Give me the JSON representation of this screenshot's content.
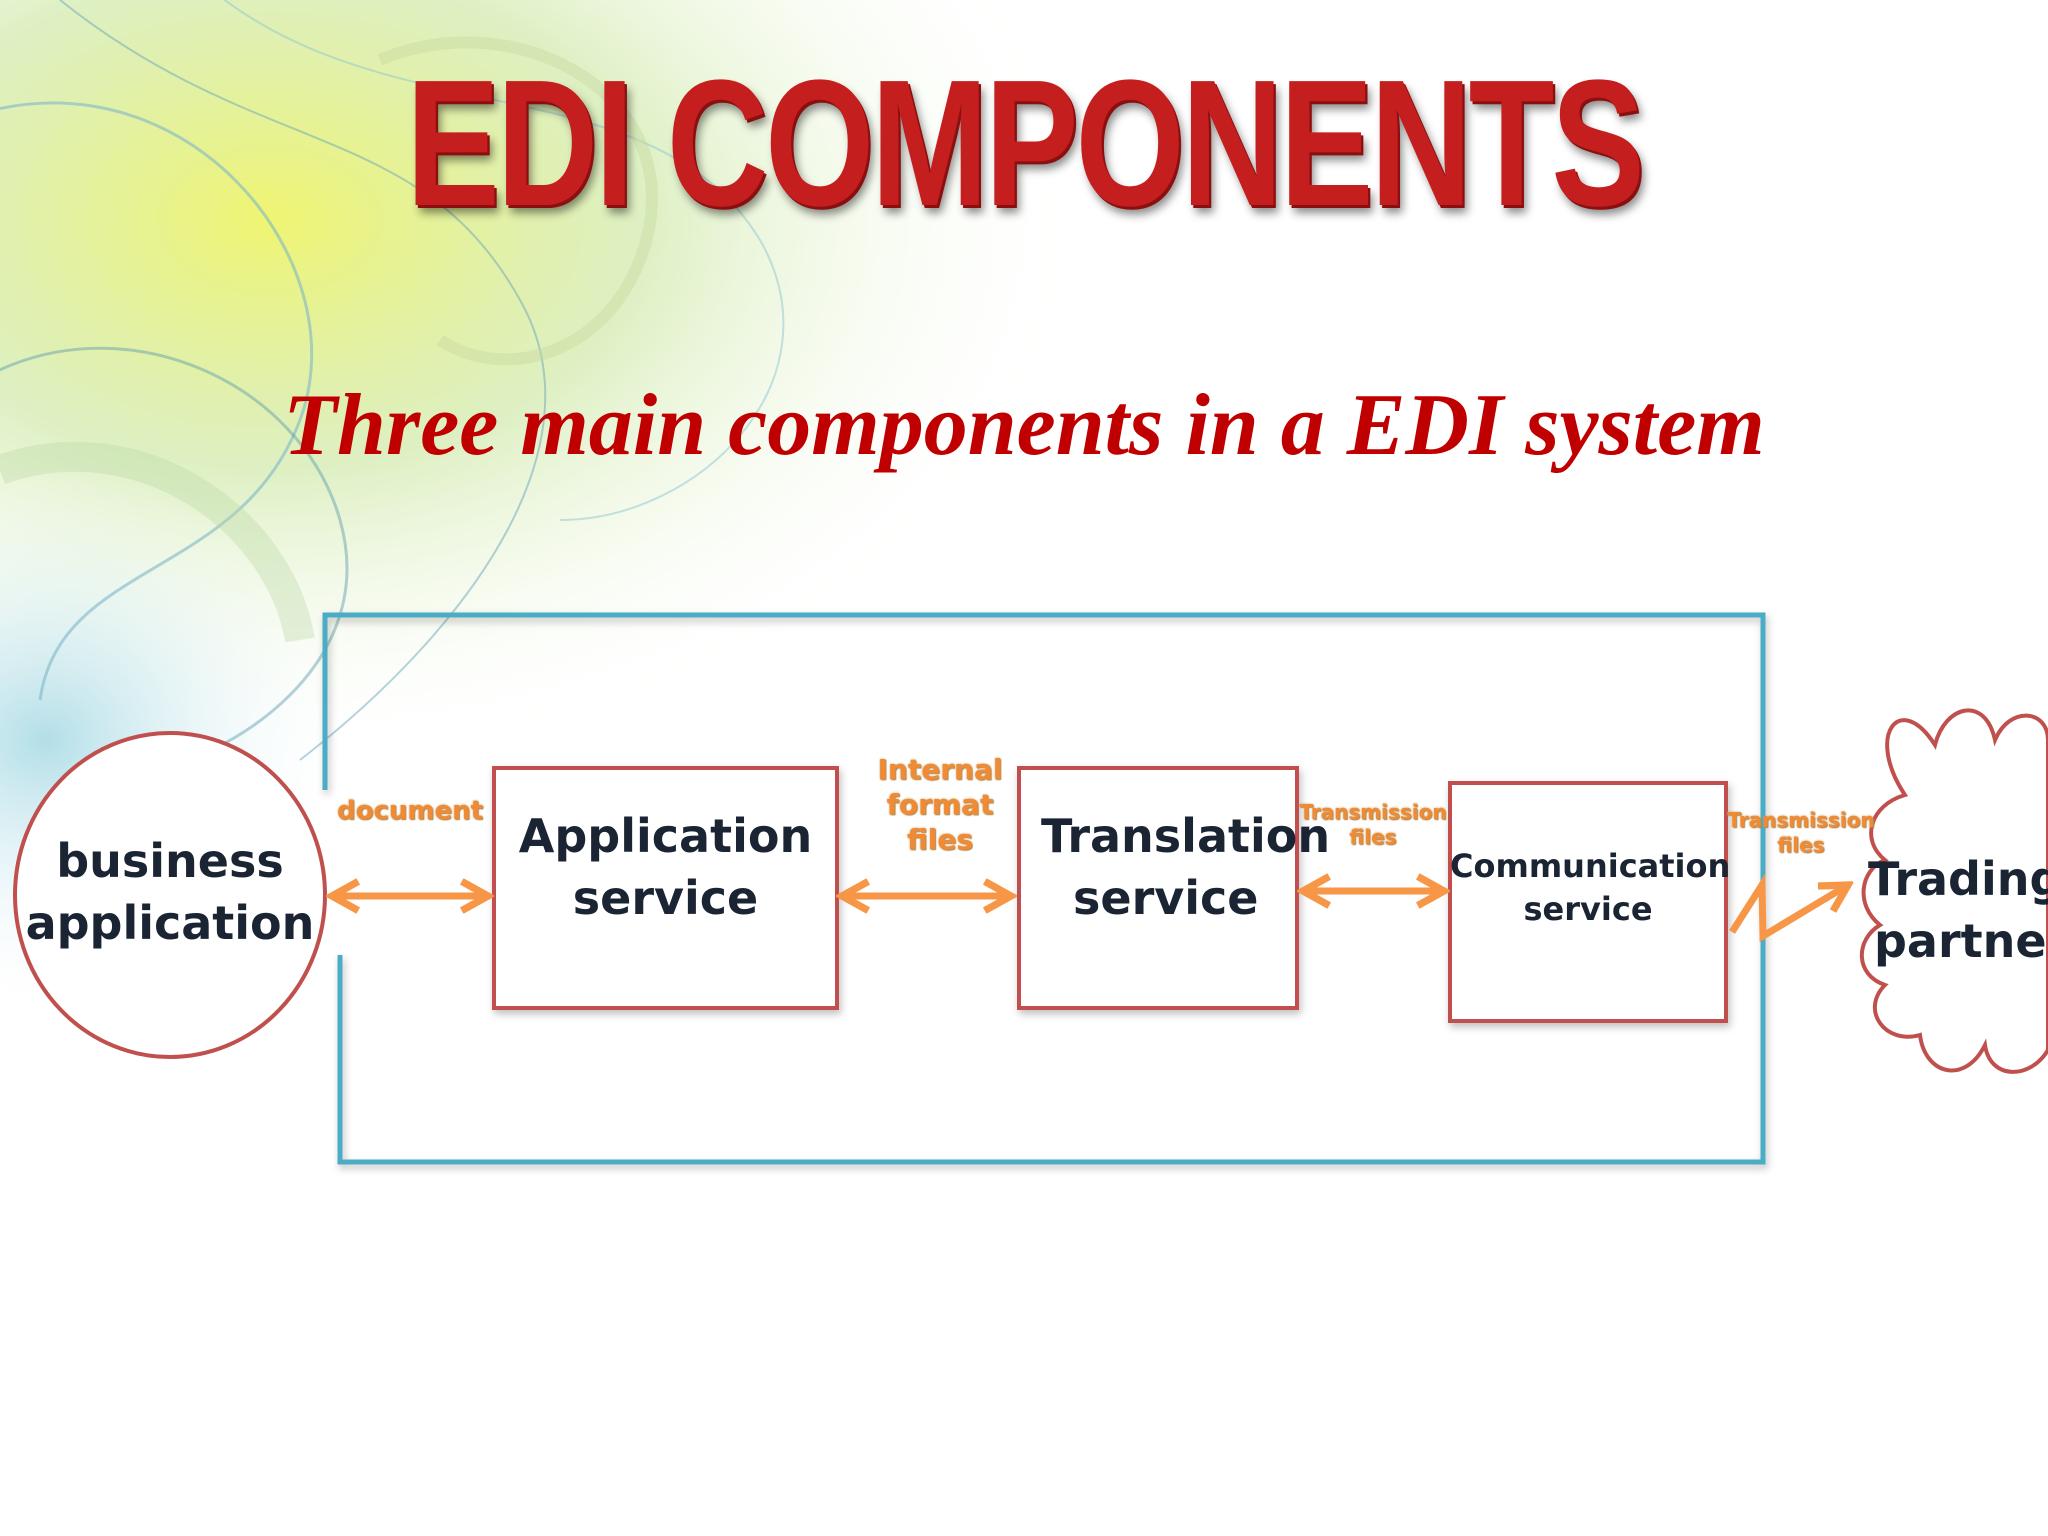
{
  "slide": {
    "title": "EDI COMPONENTS",
    "subtitle": "Three main components in a EDI system"
  },
  "nodes": {
    "business_application": [
      "business",
      "application"
    ],
    "application_service": [
      "Application",
      "service"
    ],
    "translation_service": [
      "Translation",
      "service"
    ],
    "communication_service": [
      "Communication",
      "service"
    ],
    "trading_partner": [
      "Trading",
      "partner"
    ]
  },
  "edges": {
    "document": "document",
    "internal_format_files": [
      "Internal",
      "format",
      "files"
    ],
    "transmission_files_1": [
      "Transmission",
      "files"
    ],
    "transmission_files_2": [
      "Transmission",
      "files"
    ]
  },
  "colors": {
    "title_red": "#c41e1e",
    "subtitle_red": "#c00000",
    "box_border": "#c0504d",
    "frame_blue": "#4bacc6",
    "arrow_orange": "#f79646",
    "text_dark": "#1a2433"
  }
}
